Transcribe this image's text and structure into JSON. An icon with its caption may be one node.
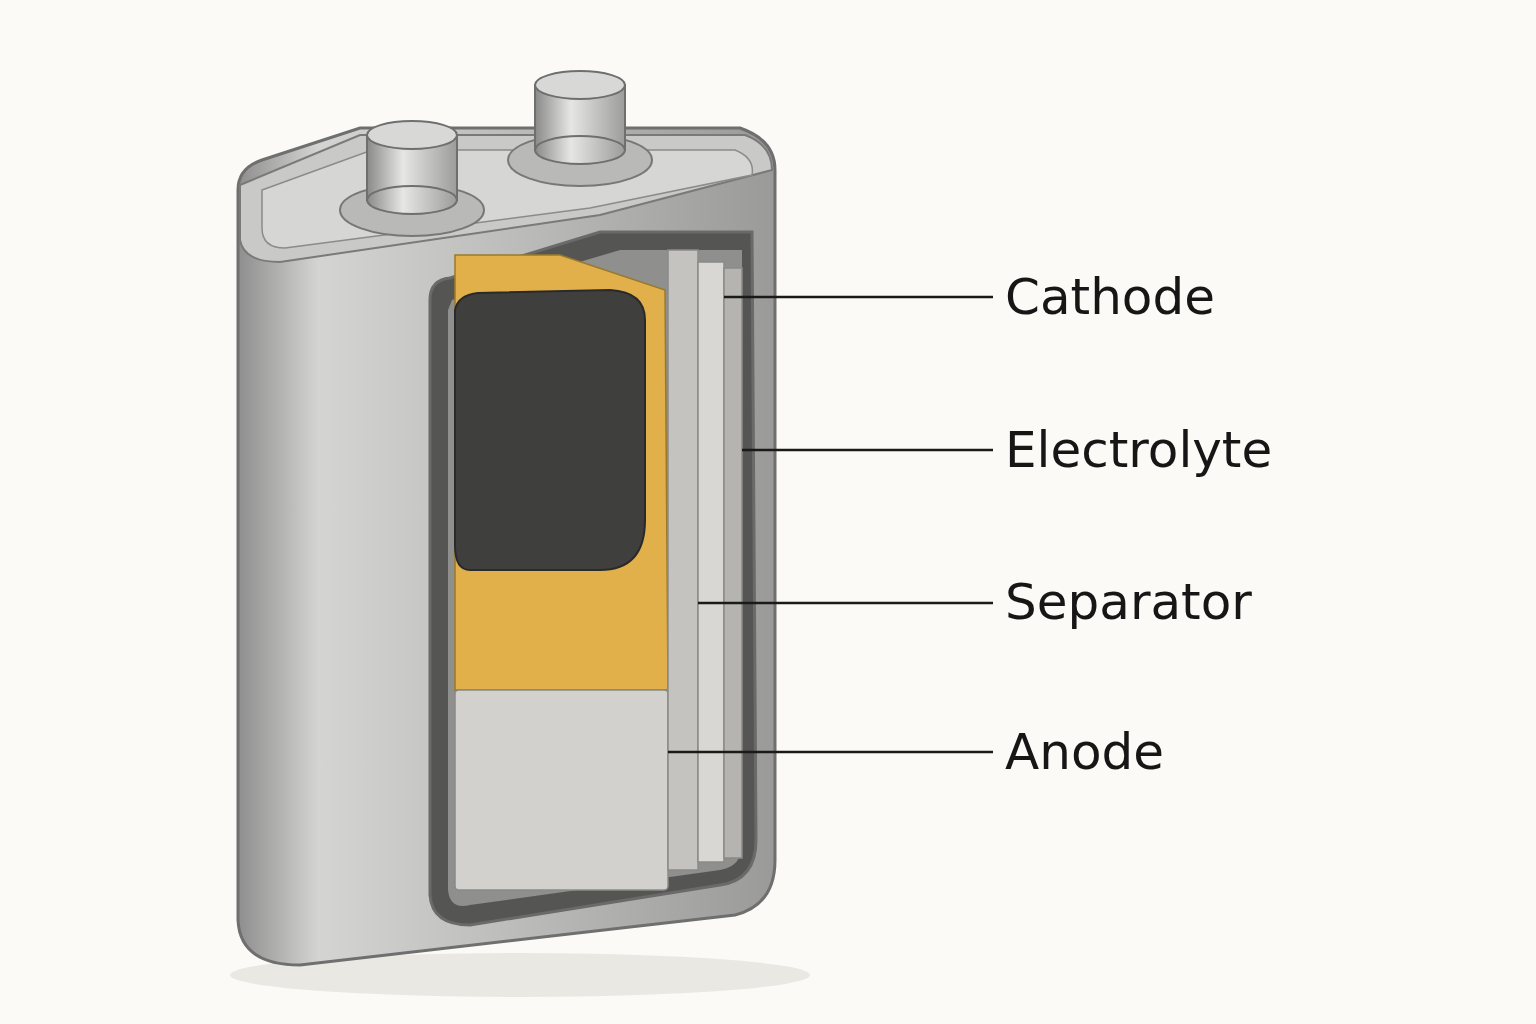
{
  "diagram": {
    "nodes": [
      {
        "text": [
          "Cathode"
        ]
      },
      {
        "text": [
          "Electrolyte"
        ]
      },
      {
        "text": [
          "Separator"
        ]
      },
      {
        "text": [
          "Anode"
        ]
      },
      {
        "text": [],
        "shape": "box"
      },
      {
        "text": [],
        "shape": "bar"
      },
      {
        "text": [],
        "shape": "bar"
      },
      {
        "text": [],
        "shape": "bar"
      }
    ],
    "edges": [
      {
        "from": 0,
        "to": 6,
        "arrow": "none"
      },
      {
        "from": 1,
        "to": 7,
        "arrow": "none"
      },
      {
        "from": 2,
        "to": 5,
        "arrow": "none"
      },
      {
        "from": 3,
        "to": 4,
        "arrow": "none"
      }
    ]
  }
}
